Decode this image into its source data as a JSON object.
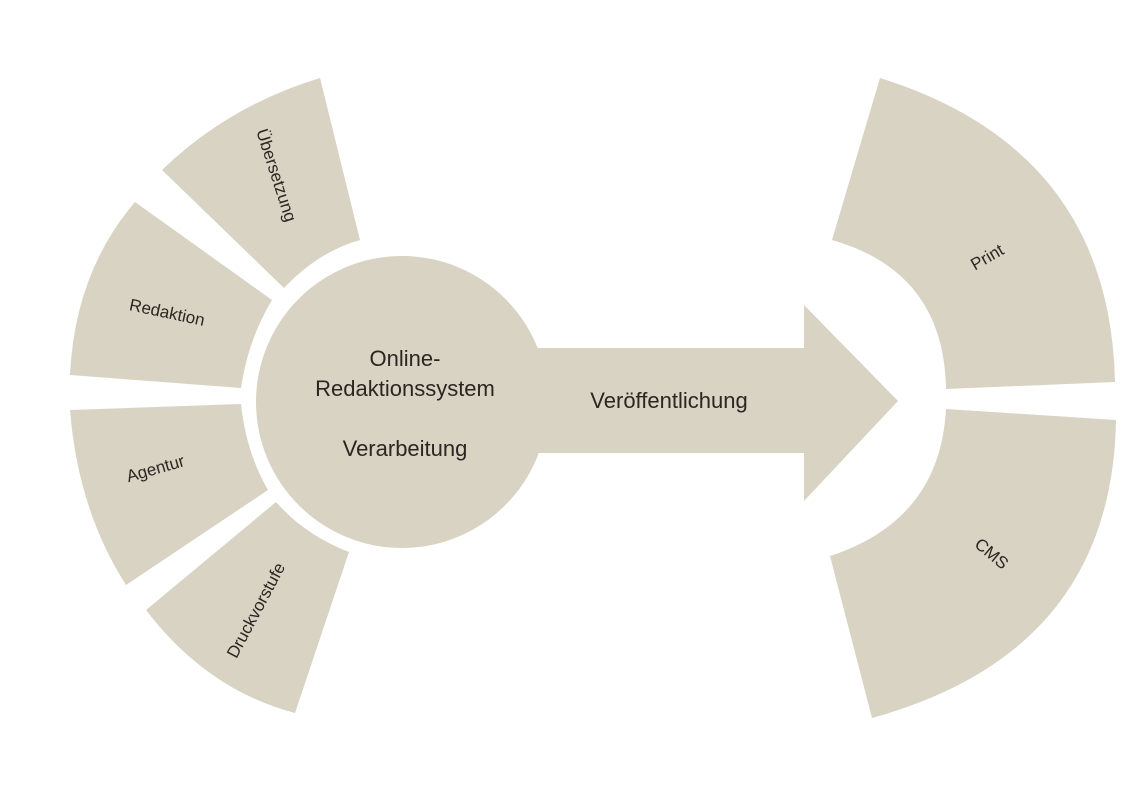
{
  "colors": {
    "segment_fill": "#d8d3c3",
    "text": "#2a2622",
    "background": "#ffffff"
  },
  "sources": [
    {
      "label": "Übersetzung"
    },
    {
      "label": "Redaktion"
    },
    {
      "label": "Agentur"
    },
    {
      "label": "Druckvorstufe"
    }
  ],
  "center": {
    "line1": "Online-",
    "line2": "Redaktionssystem",
    "line3": "Verarbeitung"
  },
  "arrow": {
    "label": "Veröffentlichung"
  },
  "outputs": [
    {
      "label": "Print"
    },
    {
      "label": "CMS"
    }
  ]
}
